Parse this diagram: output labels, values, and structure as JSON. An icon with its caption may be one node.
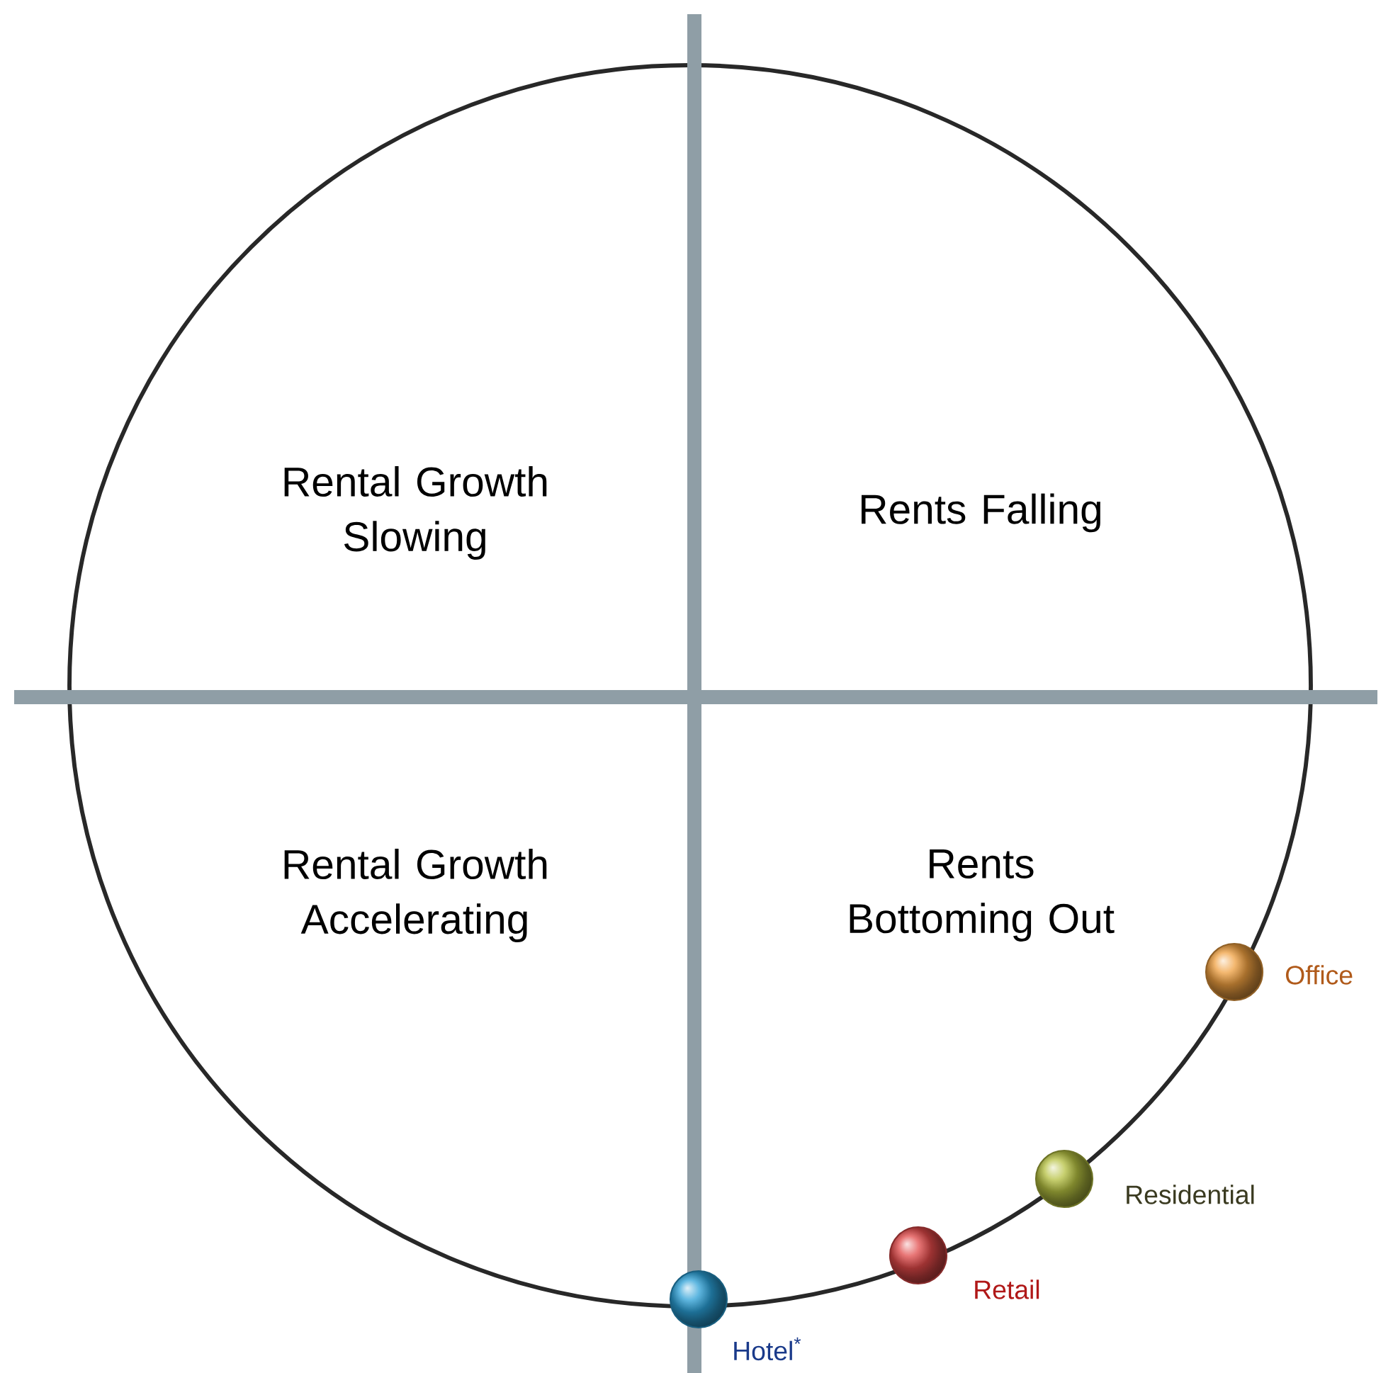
{
  "diagram": {
    "nodes": [
      {
        "text": [],
        "shape": "circle",
        "beside": [
          "Office"
        ]
      },
      {
        "text": [],
        "shape": "circle",
        "beside": [
          "Residential"
        ]
      },
      {
        "text": [],
        "shape": "circle",
        "beside": [
          "Retail"
        ]
      },
      {
        "text": [],
        "shape": "circle",
        "beside": [
          "Hotel$^{*}$"
        ]
      }
    ],
    "labels": [
      "Rental Growth Slowing",
      "Rents Falling",
      "Rental Growth Accelerating",
      "Rents Bottoming Out"
    ]
  }
}
